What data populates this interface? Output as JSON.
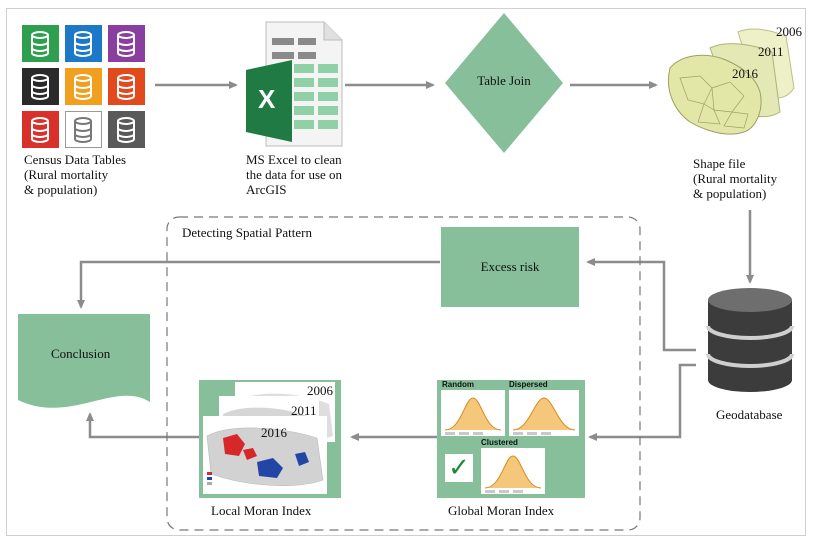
{
  "census": {
    "label": "Census Data Tables\n(Rural mortality\n& population)",
    "tile_colors": [
      "#2e9e4f",
      "#1e78c8",
      "#8a3fa0",
      "#2a2a2a",
      "#f0a01e",
      "#e24a1e",
      "#d9302a",
      "#ffffff",
      "#5a5a5a"
    ]
  },
  "excel": {
    "label": "MS Excel to clean\nthe data for use on\nArcGIS",
    "letter": "X"
  },
  "join": {
    "label": "Table Join"
  },
  "shape": {
    "label": "Shape file\n(Rural mortality\n& population)",
    "years": [
      "2006",
      "2011",
      "2016"
    ]
  },
  "geodatabase": {
    "label": "Geodatabase"
  },
  "pattern": {
    "title": "Detecting Spatial Pattern"
  },
  "excess": {
    "label": "Excess risk"
  },
  "conclusion": {
    "label": "Conclusion"
  },
  "local": {
    "label": "Local Moran Index",
    "years": [
      "2006",
      "2011",
      "2016"
    ]
  },
  "global": {
    "label": "Global Moran Index",
    "panels": [
      "Random",
      "Dispersed",
      "Clustered"
    ],
    "check": "✓"
  },
  "colors": {
    "green": "#86bf9a",
    "arrow": "#8c8c8c",
    "cluster_red": "#d62828",
    "cluster_blue": "#2346a6"
  }
}
